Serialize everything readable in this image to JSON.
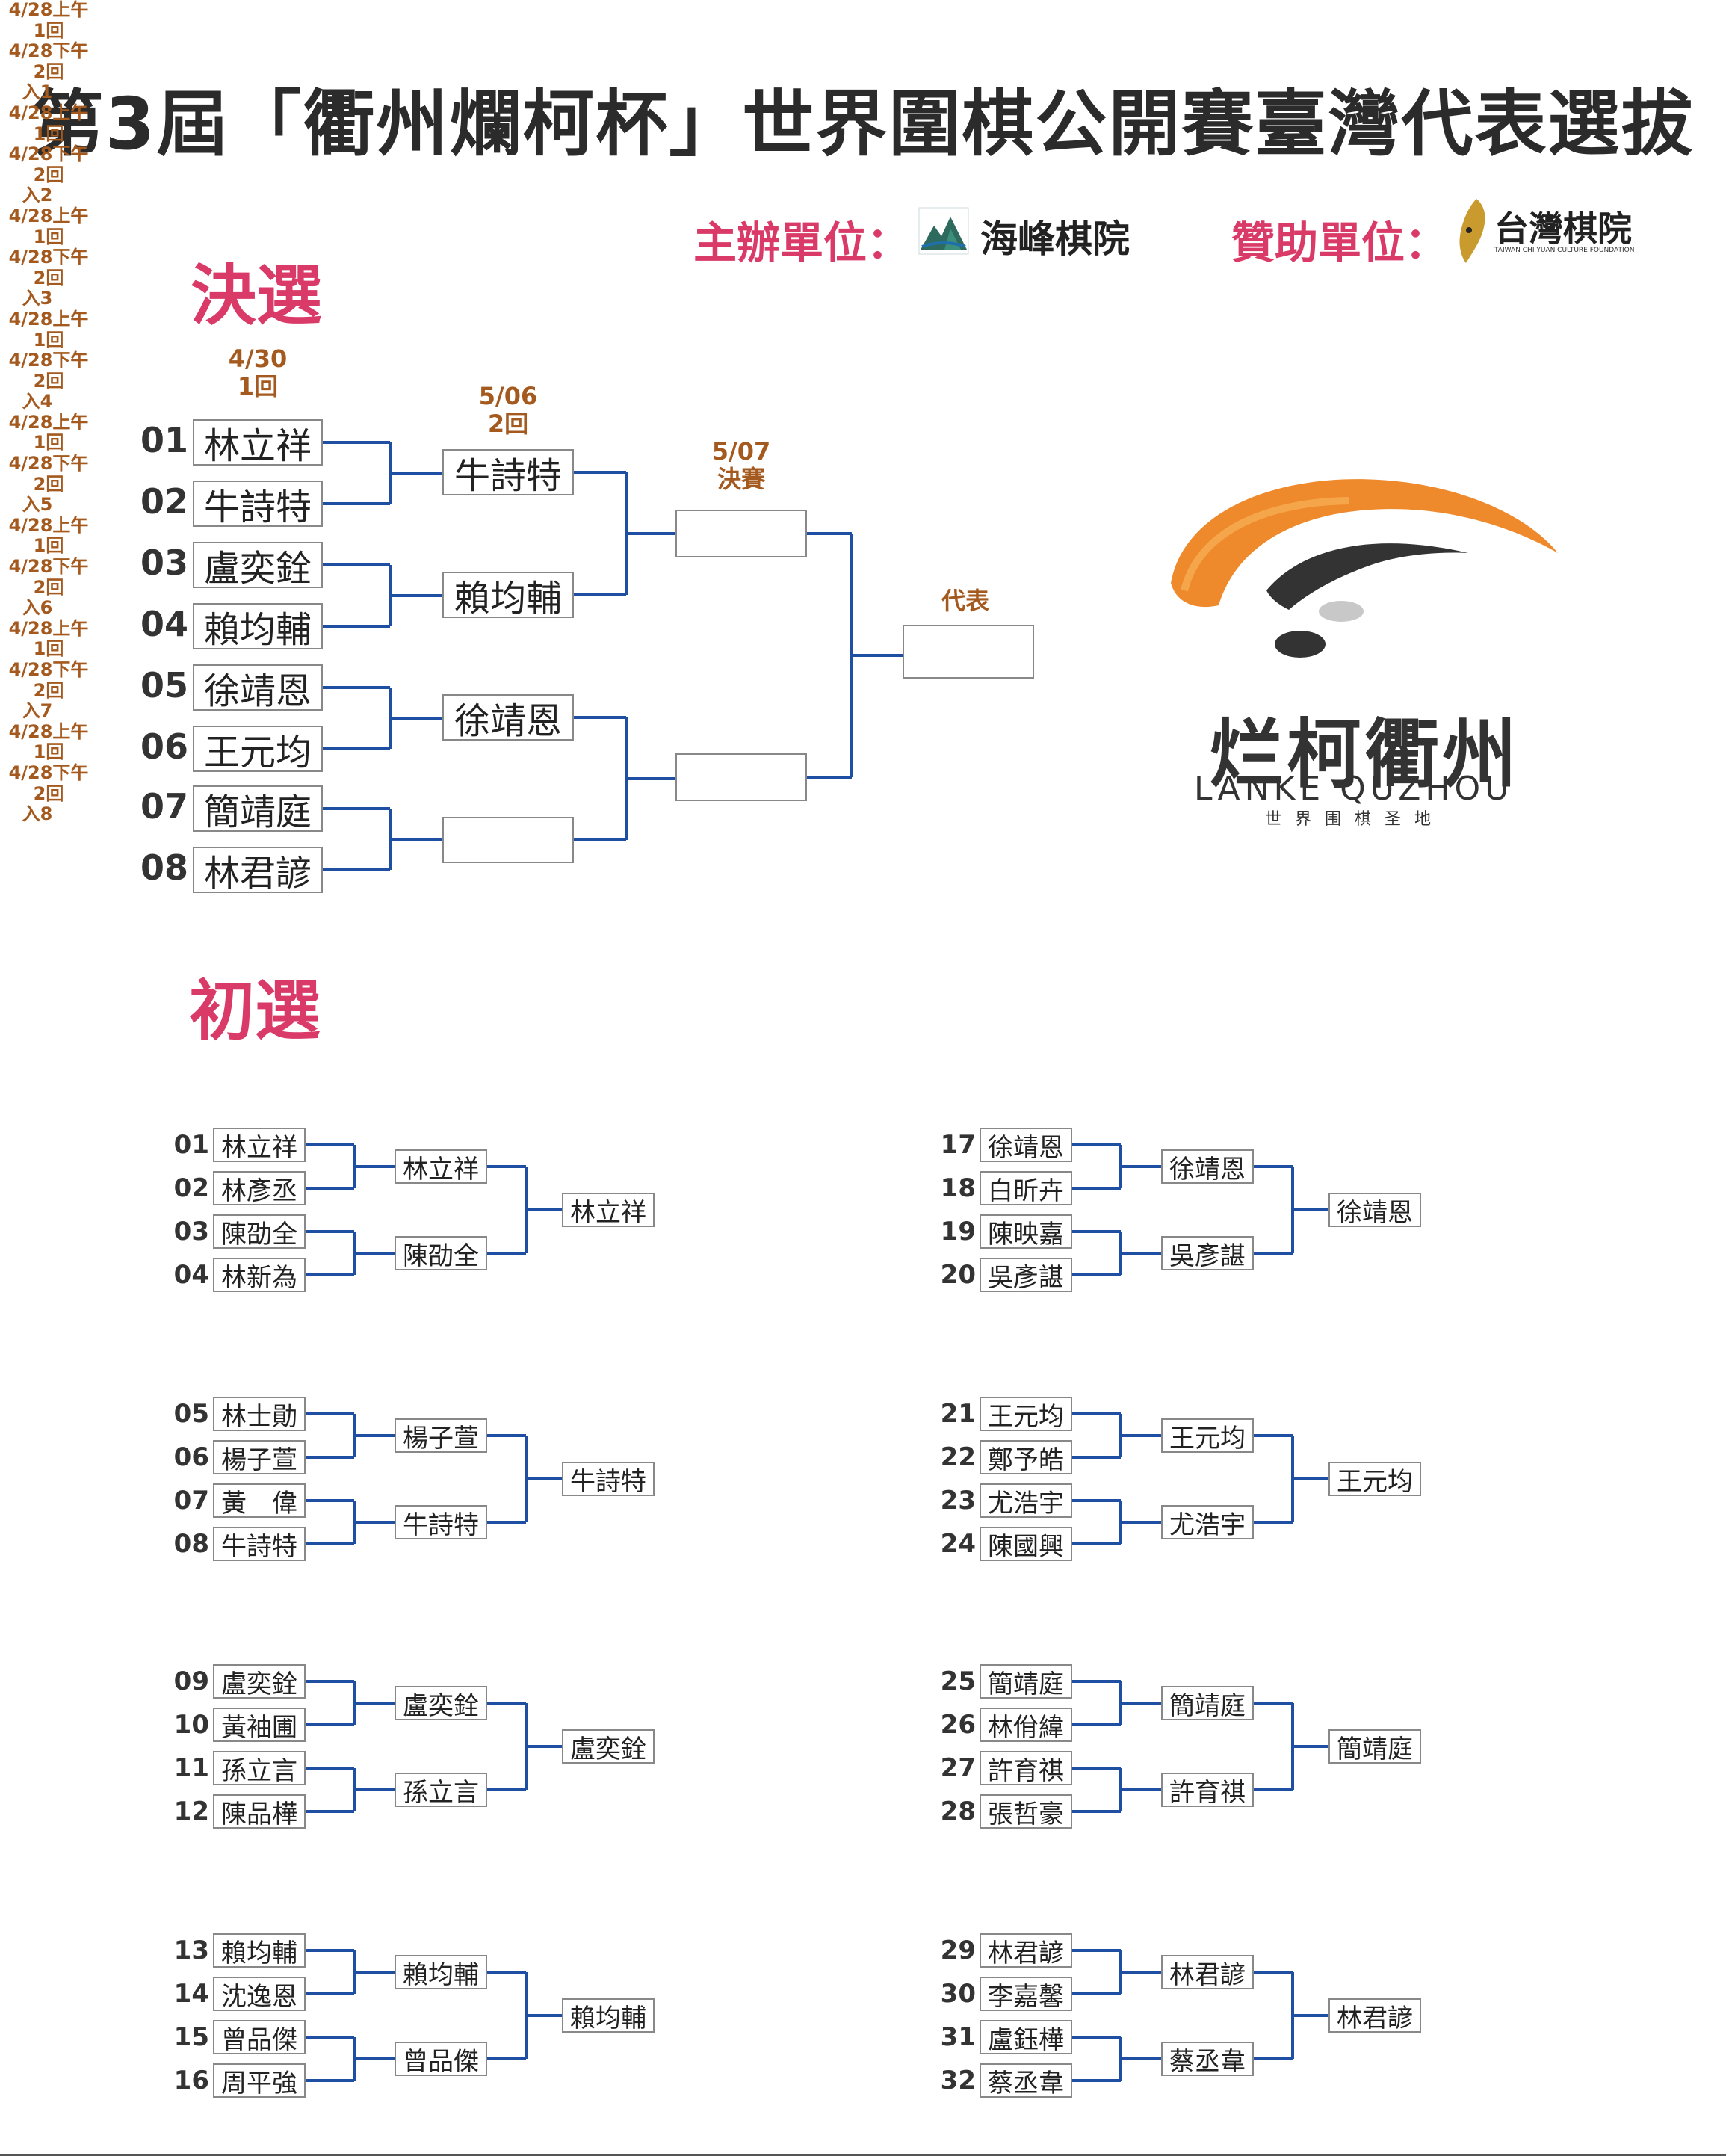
{
  "header": {
    "title": "第3屆「衢州爛柯杯」世界圍棋公開賽臺灣代表選拔",
    "organizer_label": "主辦單位：",
    "organizer_name": "海峰棋院",
    "sponsor_label": "贊助單位：",
    "sponsor_name": "台灣棋院",
    "sponsor_name_en": "TAIWAN CHI YUAN CULTURE FOUNDATION"
  },
  "logo": {
    "title": "烂柯衢州",
    "subtitle_en": "LANKE QUZHOU",
    "tagline": "世界围棋圣地"
  },
  "final": {
    "heading": "決選",
    "r1_date": "4/30",
    "r1_label": "1回",
    "r2_date": "5/06",
    "r2_label": "2回",
    "r3_date": "5/07",
    "r3_label": "決賽",
    "winner_label": "代表",
    "seeds": [
      "01",
      "02",
      "03",
      "04",
      "05",
      "06",
      "07",
      "08"
    ],
    "r1": [
      "林立祥",
      "牛詩特",
      "盧奕銓",
      "賴均輔",
      "徐靖恩",
      "王元均",
      "簡靖庭",
      "林君諺"
    ],
    "r2": [
      "牛詩特",
      "賴均輔",
      "徐靖恩",
      ""
    ],
    "r3": [
      "",
      ""
    ],
    "winner": ""
  },
  "prelim": {
    "heading": "初選",
    "r1_date": "4/28上午",
    "r1_label": "1回",
    "r2_date": "4/28下午",
    "r2_label": "2回",
    "groups": [
      {
        "seeds": [
          "01",
          "02",
          "03",
          "04"
        ],
        "players": [
          "林立祥",
          "林彥丞",
          "陳劭全",
          "林新為"
        ],
        "r2": [
          "林立祥",
          "陳劭全"
        ],
        "qual_label": "入1",
        "qual": "林立祥"
      },
      {
        "seeds": [
          "05",
          "06",
          "07",
          "08"
        ],
        "players": [
          "林士勛",
          "楊子萱",
          "黃　偉",
          "牛詩特"
        ],
        "r2": [
          "楊子萱",
          "牛詩特"
        ],
        "qual_label": "入2",
        "qual": "牛詩特"
      },
      {
        "seeds": [
          "09",
          "10",
          "11",
          "12"
        ],
        "players": [
          "盧奕銓",
          "黃袖圃",
          "孫立言",
          "陳品樺"
        ],
        "r2": [
          "盧奕銓",
          "孫立言"
        ],
        "qual_label": "入3",
        "qual": "盧奕銓"
      },
      {
        "seeds": [
          "13",
          "14",
          "15",
          "16"
        ],
        "players": [
          "賴均輔",
          "沈逸恩",
          "曾品傑",
          "周平強"
        ],
        "r2": [
          "賴均輔",
          "曾品傑"
        ],
        "qual_label": "入4",
        "qual": "賴均輔"
      },
      {
        "seeds": [
          "17",
          "18",
          "19",
          "20"
        ],
        "players": [
          "徐靖恩",
          "白昕卉",
          "陳映嘉",
          "吳彥諶"
        ],
        "r2": [
          "徐靖恩",
          "吳彥諶"
        ],
        "qual_label": "入5",
        "qual": "徐靖恩"
      },
      {
        "seeds": [
          "21",
          "22",
          "23",
          "24"
        ],
        "players": [
          "王元均",
          "鄭予皓",
          "尤浩宇",
          "陳國興"
        ],
        "r2": [
          "王元均",
          "尤浩宇"
        ],
        "qual_label": "入6",
        "qual": "王元均"
      },
      {
        "seeds": [
          "25",
          "26",
          "27",
          "28"
        ],
        "players": [
          "簡靖庭",
          "林佾緯",
          "許育祺",
          "張哲豪"
        ],
        "r2": [
          "簡靖庭",
          "許育祺"
        ],
        "qual_label": "入7",
        "qual": "簡靖庭"
      },
      {
        "seeds": [
          "29",
          "30",
          "31",
          "32"
        ],
        "players": [
          "林君諺",
          "李嘉馨",
          "盧鈺樺",
          "蔡丞韋"
        ],
        "r2": [
          "林君諺",
          "蔡丞韋"
        ],
        "qual_label": "入8",
        "qual": "林君諺"
      }
    ]
  },
  "colors": {
    "bracket_line": "#1f4fa3",
    "heading": "#d93a68",
    "date": "#a45a1e",
    "logo_orange": "#ee8a2c"
  }
}
